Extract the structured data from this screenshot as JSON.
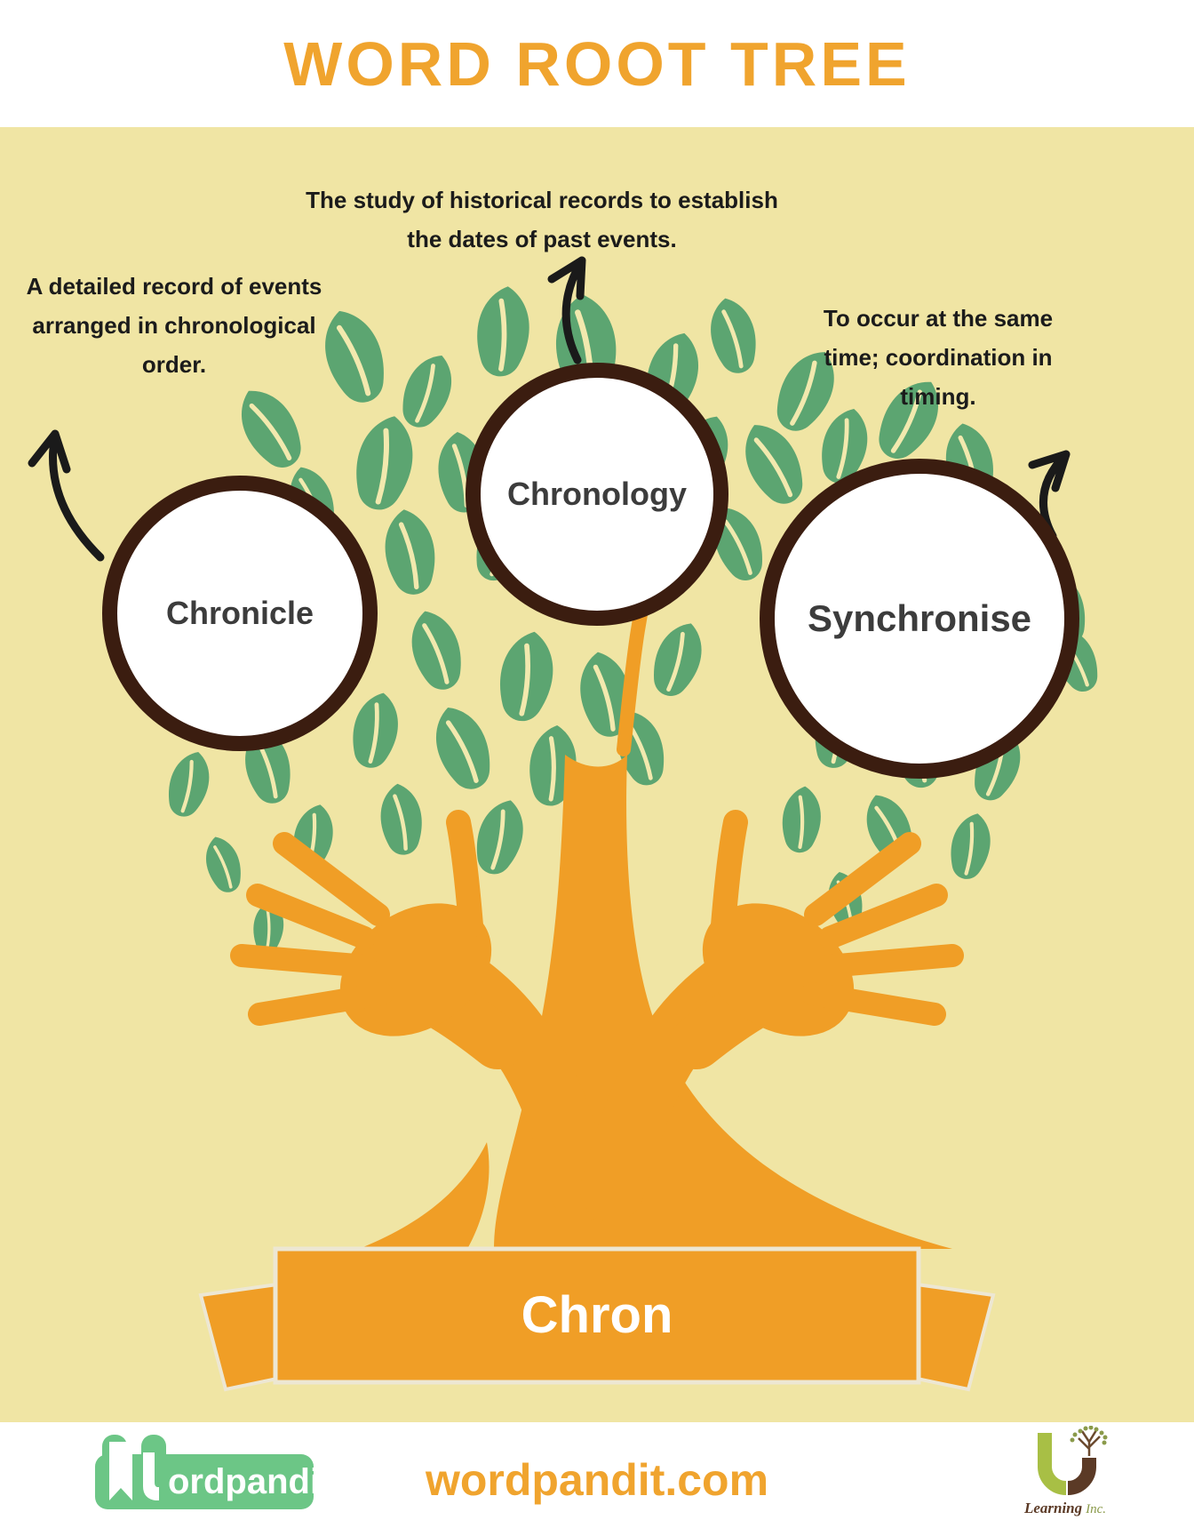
{
  "header": {
    "title": "WORD ROOT TREE"
  },
  "tree": {
    "root_word": "Chron",
    "branches": [
      {
        "word": "Chronicle",
        "definition_lines": [
          "A detailed record of events",
          "arranged in chronological",
          "order."
        ]
      },
      {
        "word": "Chronology",
        "definition_lines": [
          "The study of historical records to establish",
          "the dates of past events."
        ]
      },
      {
        "word": "Synchronise",
        "definition_lines": [
          "To occur at the same",
          "time; coordination in",
          "timing."
        ]
      }
    ]
  },
  "footer": {
    "brand_text": "ordpandit",
    "site": "wordpandit.com",
    "learning_word": "Learning",
    "inc_word": "Inc."
  },
  "colors": {
    "accent_orange": "#F0A42E",
    "hand_orange": "#F09E26",
    "leaf_green": "#5CA571",
    "bg_yellow": "#F0E5A4",
    "circle_border_brown": "#3B1D10",
    "brand_green": "#6CC686",
    "learning_green": "#A8BF45",
    "learning_brown": "#5B3A26"
  }
}
